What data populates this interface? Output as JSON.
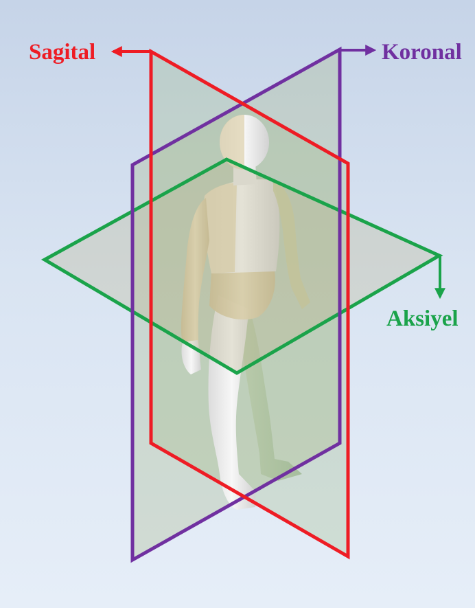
{
  "labels": {
    "sagittal": "Sagital",
    "coronal": "Koronal",
    "axial": "Aksiyel"
  },
  "colors": {
    "sagittal": "#ee1c24",
    "coronal": "#7030a0",
    "axial": "#1aa34a",
    "background": "#d6e2f1"
  },
  "figure": {
    "subject": "human-mannequin"
  }
}
